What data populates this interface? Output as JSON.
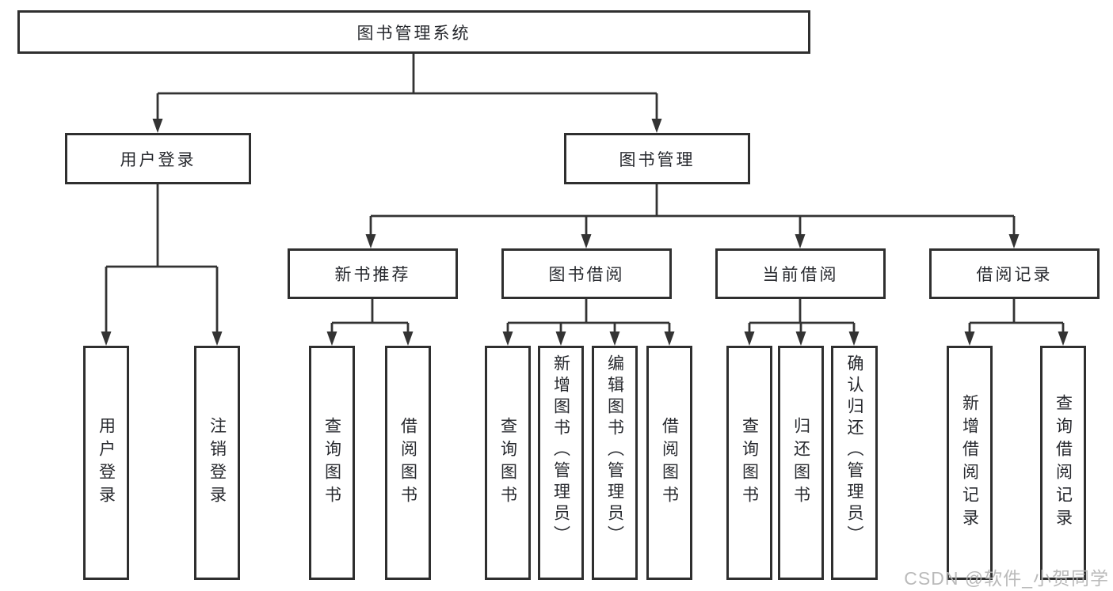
{
  "diagram": {
    "type": "hierarchy-tree",
    "title": "图书管理系统",
    "nodes": {
      "root": {
        "label": "图书管理系统",
        "children": [
          "userLogin",
          "bookMgmt"
        ]
      },
      "userLogin": {
        "label": "用户登录",
        "children": [
          "leafUserLogin",
          "leafLogout"
        ]
      },
      "bookMgmt": {
        "label": "图书管理",
        "children": [
          "newBookRec",
          "bookBorrow",
          "currentBorrow",
          "borrowRecords"
        ]
      },
      "newBookRec": {
        "label": "新书推荐",
        "children": [
          "leafQueryBooks1",
          "leafBorrowBooks1"
        ]
      },
      "bookBorrow": {
        "label": "图书借阅",
        "children": [
          "leafQueryBooks2",
          "leafAddBooks",
          "leafEditBooks",
          "leafBorrowBooks2"
        ]
      },
      "currentBorrow": {
        "label": "当前借阅",
        "children": [
          "leafQueryBooks3",
          "leafReturnBooks",
          "leafConfirmReturn"
        ]
      },
      "borrowRecords": {
        "label": "借阅记录",
        "children": [
          "leafAddRecord",
          "leafQueryRecord"
        ]
      },
      "leafUserLogin": {
        "label": "用户登录"
      },
      "leafLogout": {
        "label": "注销登录"
      },
      "leafQueryBooks1": {
        "label": "查询图书"
      },
      "leafBorrowBooks1": {
        "label": "借阅图书"
      },
      "leafQueryBooks2": {
        "label": "查询图书"
      },
      "leafAddBooks": {
        "label": "新增图书（管理员）"
      },
      "leafEditBooks": {
        "label": "编辑图书（管理员）"
      },
      "leafBorrowBooks2": {
        "label": "借阅图书"
      },
      "leafQueryBooks3": {
        "label": "查询图书"
      },
      "leafReturnBooks": {
        "label": "归还图书"
      },
      "leafConfirmReturn": {
        "label": "确认归还（管理员）"
      },
      "leafAddRecord": {
        "label": "新增借阅记录"
      },
      "leafQueryRecord": {
        "label": "查询借阅记录"
      }
    },
    "colors": {
      "border": "#2f2f2f",
      "line": "#333333",
      "text": "#27292e",
      "background": "#ffffff",
      "watermark": "#b2b2b2"
    }
  },
  "watermark": {
    "text": "CSDN @软件_小贺同学"
  }
}
